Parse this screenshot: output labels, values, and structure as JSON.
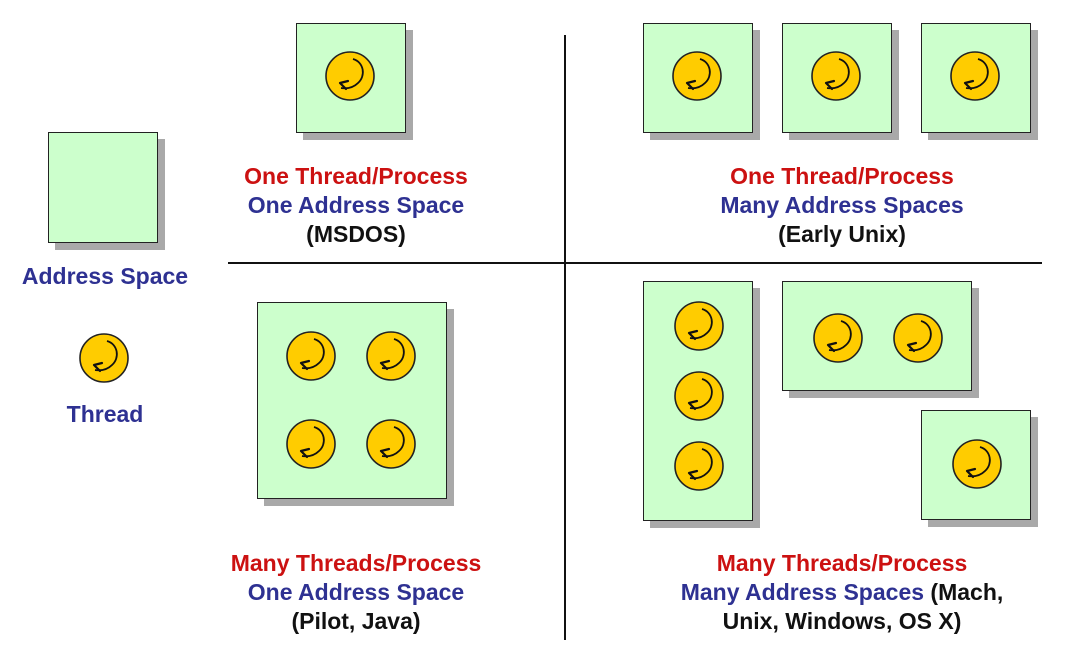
{
  "legend": {
    "address_space_label": "Address Space",
    "thread_label": "Thread"
  },
  "quadrants": {
    "top_left": {
      "line1": "One Thread/Process",
      "line2": "One Address Space",
      "line3": "(MSDOS)"
    },
    "top_right": {
      "line1": "One Thread/Process",
      "line2": "Many Address Spaces",
      "line3": "(Early Unix)"
    },
    "bottom_left": {
      "line1": "Many Threads/Process",
      "line2": "One Address Space",
      "line3": "(Pilot, Java)"
    },
    "bottom_right": {
      "line1": "Many Threads/Process",
      "line2a": "Many Address Spaces",
      "line2b": " (Mach,",
      "line3": "Unix, Windows, OS X)"
    }
  },
  "colors": {
    "address_space_fill": "#ccffcc",
    "thread_fill": "#ffcc00",
    "heading_red": "#cc1111",
    "heading_blue": "#2e3192"
  },
  "icons": {
    "address_space": "green-square",
    "thread": "yellow-circle-with-curved-arrow"
  }
}
